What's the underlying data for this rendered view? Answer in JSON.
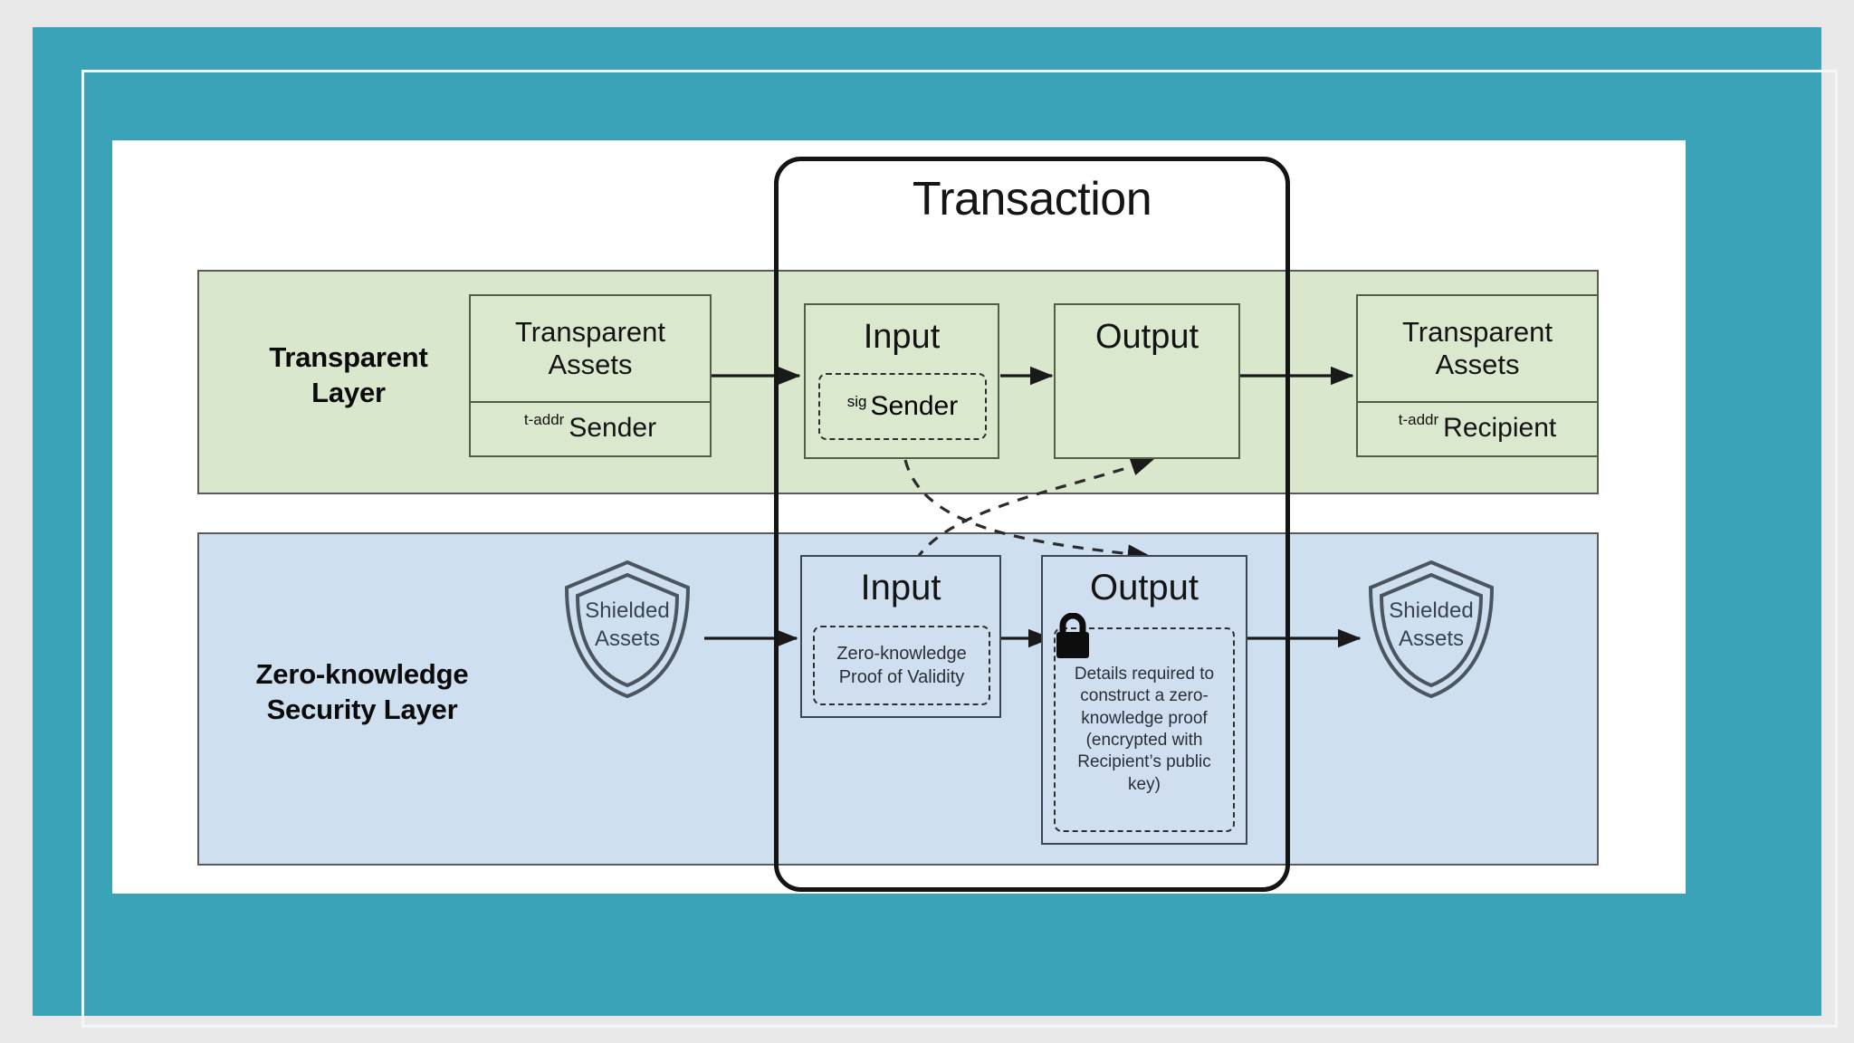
{
  "frame": {
    "mat_color": "#3aa3b7",
    "inner_line_color": "#f3f6f6",
    "background_color": "#e9e9e9"
  },
  "diagram": {
    "title": "Transaction",
    "layers": [
      {
        "id": "transparent",
        "label": "Transparent\nLayer",
        "label_line1": "Transparent",
        "label_line2": "Layer",
        "fill": "#d9e7cd"
      },
      {
        "id": "zero-knowledge",
        "label_line1": "Zero-knowledge",
        "label_line2": "Security Layer",
        "fill": "#cedff0"
      }
    ],
    "transparent": {
      "source_assets": {
        "title_line1": "Transparent",
        "title_line2": "Assets",
        "addr_prefix": "t-addr",
        "addr_party": "Sender"
      },
      "input": {
        "title": "Input",
        "inner_prefix": "sig",
        "inner_label": "Sender"
      },
      "output": {
        "title": "Output"
      },
      "dest_assets": {
        "title_line1": "Transparent",
        "title_line2": "Assets",
        "addr_prefix": "t-addr",
        "addr_party": "Recipient"
      }
    },
    "shielded": {
      "source_assets": {
        "line1": "Shielded",
        "line2": "Assets"
      },
      "input": {
        "title": "Input",
        "inner_line1": "Zero-knowledge",
        "inner_line2": "Proof of Validity"
      },
      "output": {
        "title": "Output",
        "inner_text": "Details required to construct a zero-knowledge proof (encrypted with Recipient’s public key)",
        "lock_icon": "lock-icon"
      },
      "dest_assets": {
        "line1": "Shielded",
        "line2": "Assets"
      }
    }
  }
}
